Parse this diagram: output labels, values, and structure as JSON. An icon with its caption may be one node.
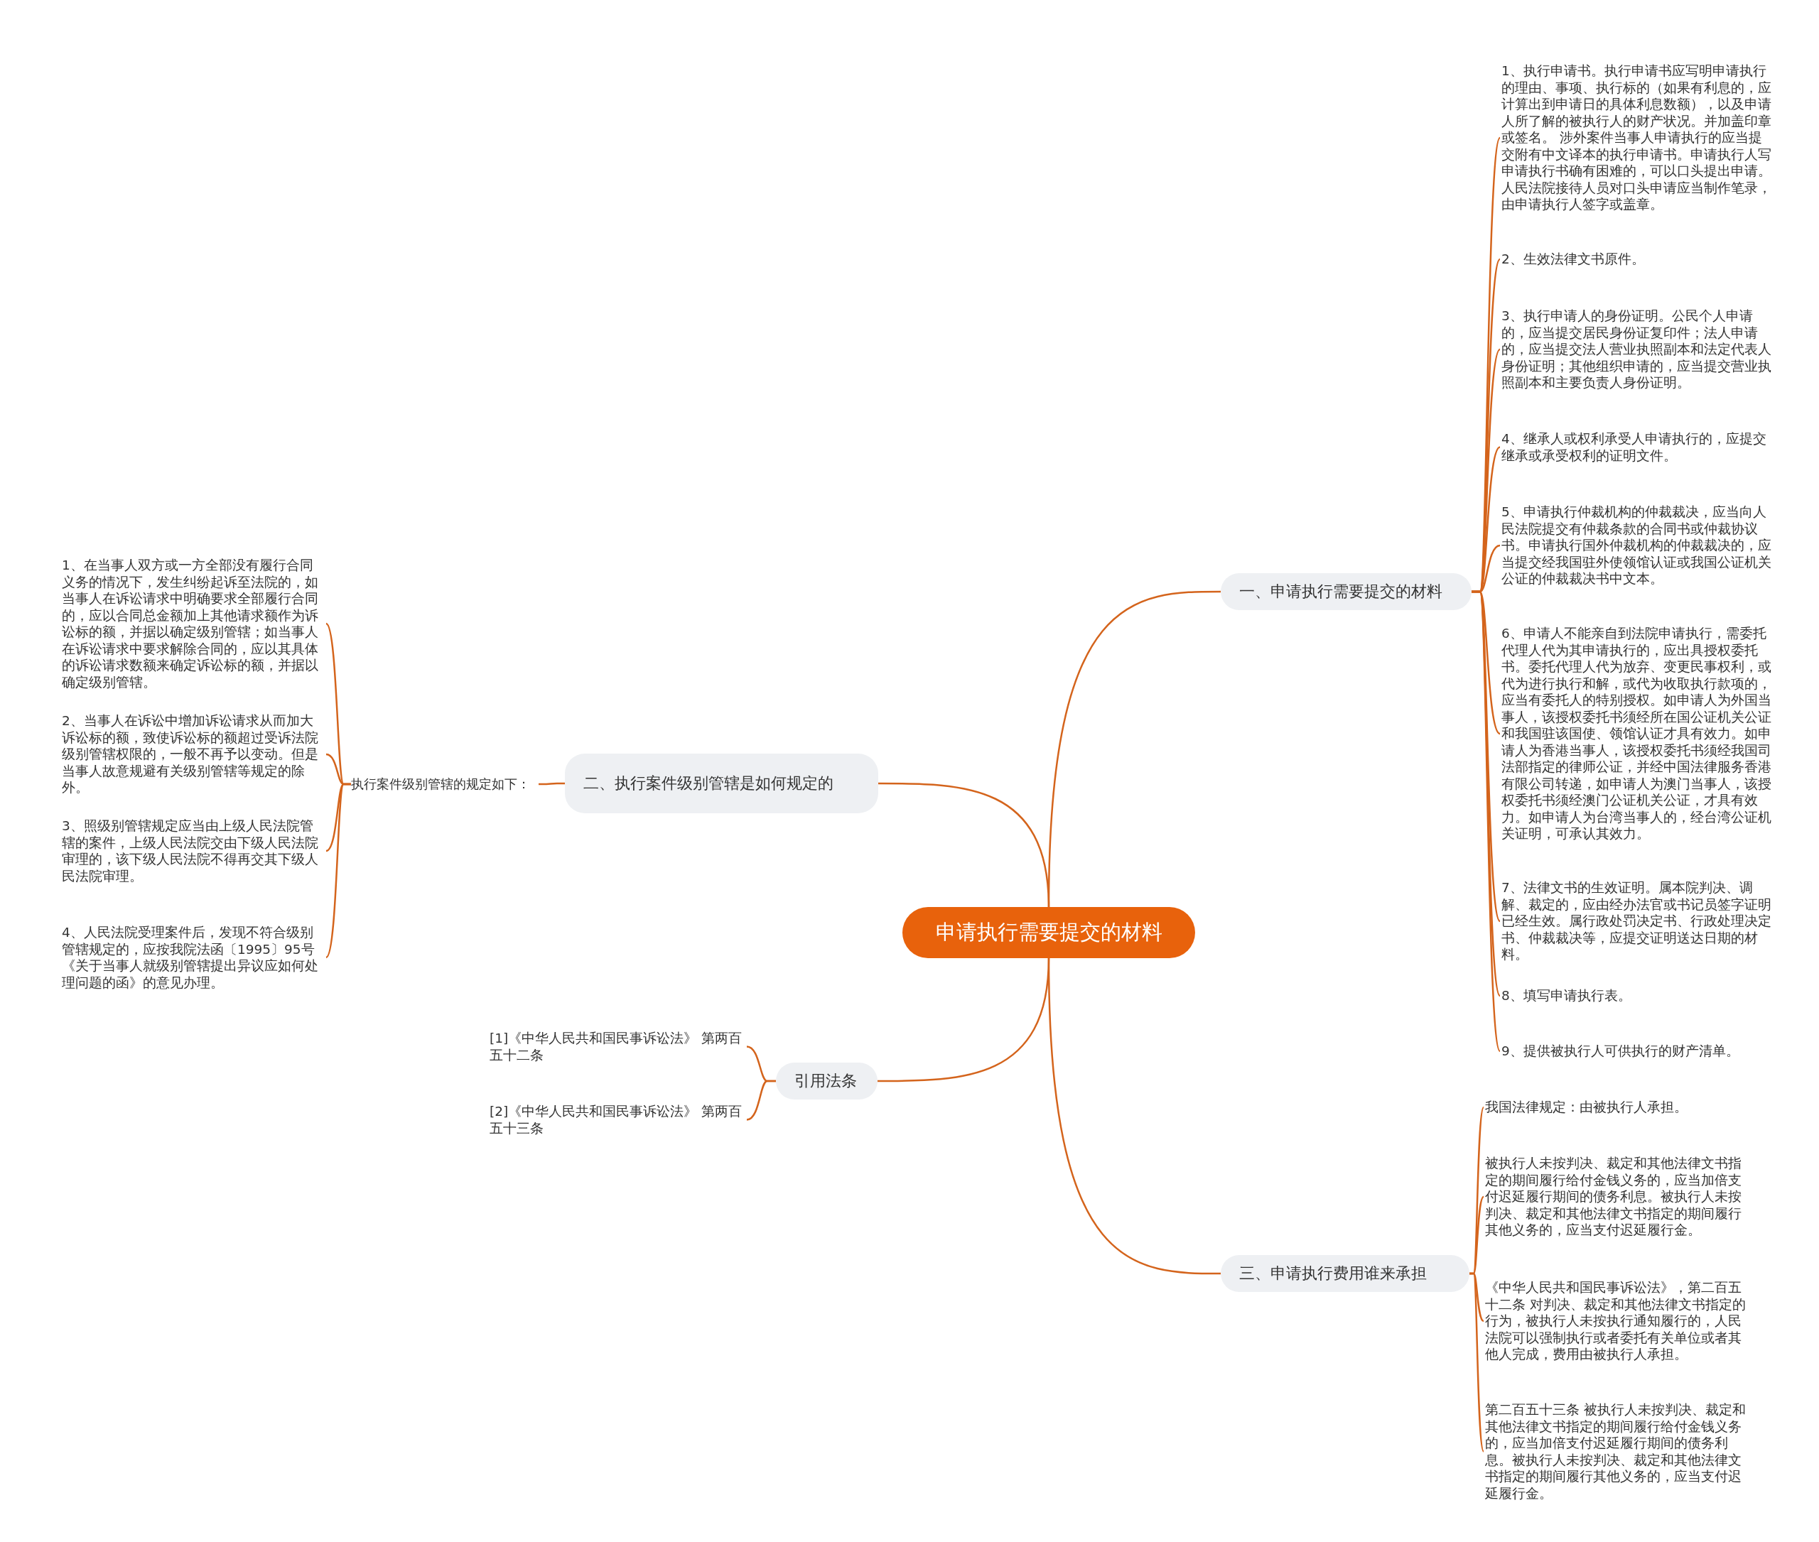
{
  "diagram": {
    "nodes": [
      {
        "text": [
          "申请执行需要提交的材料"
        ]
      },
      {
        "text": [
          "一、申请执行需要提交的材料"
        ]
      },
      {
        "text": [
          "1、执行申请书。执行申请书应写明申请执行的理由、事项、执行标的（如果有利息的，应计算出到申请日的具体利息数额），以及申请人所了解的被执行人的财产状况。并加盖印章或签名。 涉外案件当事人申请执行的应当提交附有中文译本的执行申请书。申请执行人写申请执行书确有困难的，可以口头提出申请。人民法院接待人员对口头申请应当制作笔录，由申请执行人签字或盖章。"
        ]
      },
      {
        "text": [
          "2、生效法律文书原件。"
        ]
      },
      {
        "text": [
          "3、执行申请人的身份证明。公民个人申请的，应当提交居民身份证复印件；法人申请的，应当提交法人营业执照副本和法定代表人身份证明；其他组织申请的，应当提交营业执照副本和主要负责人身份证明。"
        ]
      },
      {
        "text": [
          "4、继承人或权利承受人申请执行的，应提交继承或承受权利的证明文件。"
        ]
      },
      {
        "text": [
          "5、申请执行仲裁机构的仲裁裁决，应当向人民法院提交有仲裁条款的合同书或仲裁协议书。申请执行国外仲裁机构的仲裁裁决的，应当提交经我国驻外使领馆认证或我国公证机关公证的仲裁裁决书中文本。"
        ]
      },
      {
        "text": [
          "6、申请人不能亲自到法院申请执行，需委托代理人代为其申请执行的，应出具授权委托书。委托代理人代为放弃、变更民事权利，或代为进行执行和解，或代为收取执行款项的，应当有委托人的特别授权。如申请人为外国当事人，该授权委托书须经所在国公证机关公证和我国驻该国使、领馆认证才具有效力。如申请人为香港当事人，该授权委托书须经我国司法部指定的律师公证，并经中国法律服务香港有限公司转递，如申请人为澳门当事人，该授权委托书须经澳门公证机关公证，才具有效力。如申请人为台湾当事人的，经台湾公证机关证明，可承认其效力。"
        ]
      },
      {
        "text": [
          "7、法律文书的生效证明。属本院判决、调解、裁定的，应由经办法官或书记员签字证明已经生效。属行政处罚决定书、行政处理决定书、仲裁裁决等，应提交证明送达日期的材料。"
        ]
      },
      {
        "text": [
          "8、填写申请执行表。"
        ]
      },
      {
        "text": [
          "9、提供被执行人可供执行的财产清单。"
        ]
      },
      {
        "text": [
          "二、执行案件级别管辖是如何规定的"
        ]
      },
      {
        "text": [
          "执行案件级别管辖的规定如下："
        ]
      },
      {
        "text": [
          "1、在当事人双方或一方全部没有履行合同义务的情况下，发生纠纷起诉至法院的，如当事人在诉讼请求中明确要求全部履行合同的，应以合同总金额加上其他请求额作为诉讼标的额，并据以确定级别管辖；如当事人在诉讼请求中要求解除合同的，应以其具体的诉讼请求数额来确定诉讼标的额，并据以确定级别管辖。"
        ]
      },
      {
        "text": [
          "2、当事人在诉讼中增加诉讼请求从而加大诉讼标的额，致使诉讼标的额超过受诉法院级别管辖权限的，一般不再予以变动。但是当事人故意规避有关级别管辖等规定的除外。"
        ]
      },
      {
        "text": [
          "3、照级别管辖规定应当由上级人民法院管辖的案件，上级人民法院交由下级人民法院审理的，该下级人民法院不得再交其下级人民法院审理。"
        ]
      },
      {
        "text": [
          "4、人民法院受理案件后，发现不符合级别管辖规定的，应按我院法函〔1995〕95号《关于当事人就级别管辖提出异议应如何处理问题的函》的意见办理。"
        ]
      },
      {
        "text": [
          "引用法条"
        ]
      },
      {
        "text": [
          "[1]《中华人民共和国民事诉讼法》 第两百五十二条"
        ]
      },
      {
        "text": [
          "[2]《中华人民共和国民事诉讼法》 第两百五十三条"
        ]
      },
      {
        "text": [
          "三、申请执行费用谁来承担"
        ]
      },
      {
        "text": [
          "我国法律规定：由被执行人承担。"
        ]
      },
      {
        "text": [
          "被执行人未按判决、裁定和其他法律文书指定的期间履行给付金钱义务的，应当加倍支付迟延履行期间的债务利息。被执行人未按判决、裁定和其他法律文书指定的期间履行其他义务的，应当支付迟延履行金。"
        ]
      },
      {
        "text": [
          "《中华人民共和国民事诉讼法》，第二百五十二条 对判决、裁定和其他法律文书指定的行为，被执行人未按执行通知履行的，人民法院可以强制执行或者委托有关单位或者其他人完成，费用由被执行人承担。"
        ]
      },
      {
        "text": [
          "第二百五十三条 被执行人未按判决、裁定和其他法律文书指定的期间履行给付金钱义务的，应当加倍支付迟延履行期间的债务利息。被执行人未按判决、裁定和其他法律文书指定的期间履行其他义务的，应当支付迟延履行金。"
        ]
      }
    ],
    "edges": [
      {
        "from": 0,
        "to": 1,
        "arrow": "none"
      },
      {
        "from": 1,
        "to": 2,
        "arrow": "none"
      },
      {
        "from": 1,
        "to": 3,
        "arrow": "none"
      },
      {
        "from": 1,
        "to": 4,
        "arrow": "none"
      },
      {
        "from": 1,
        "to": 5,
        "arrow": "none"
      },
      {
        "from": 1,
        "to": 6,
        "arrow": "none"
      },
      {
        "from": 1,
        "to": 7,
        "arrow": "none"
      },
      {
        "from": 1,
        "to": 8,
        "arrow": "none"
      },
      {
        "from": 1,
        "to": 9,
        "arrow": "none"
      },
      {
        "from": 1,
        "to": 10,
        "arrow": "none"
      },
      {
        "from": 0,
        "to": 11,
        "arrow": "none"
      },
      {
        "from": 11,
        "to": 12,
        "arrow": "none"
      },
      {
        "from": 12,
        "to": 13,
        "arrow": "none"
      },
      {
        "from": 12,
        "to": 14,
        "arrow": "none"
      },
      {
        "from": 12,
        "to": 15,
        "arrow": "none"
      },
      {
        "from": 12,
        "to": 16,
        "arrow": "none"
      },
      {
        "from": 0,
        "to": 17,
        "arrow": "none"
      },
      {
        "from": 17,
        "to": 18,
        "arrow": "none"
      },
      {
        "from": 17,
        "to": 19,
        "arrow": "none"
      },
      {
        "from": 0,
        "to": 20,
        "arrow": "none"
      },
      {
        "from": 20,
        "to": 21,
        "arrow": "none"
      },
      {
        "from": 20,
        "to": 22,
        "arrow": "none"
      },
      {
        "from": 20,
        "to": 23,
        "arrow": "none"
      },
      {
        "from": 20,
        "to": 24,
        "arrow": "none"
      }
    ]
  }
}
